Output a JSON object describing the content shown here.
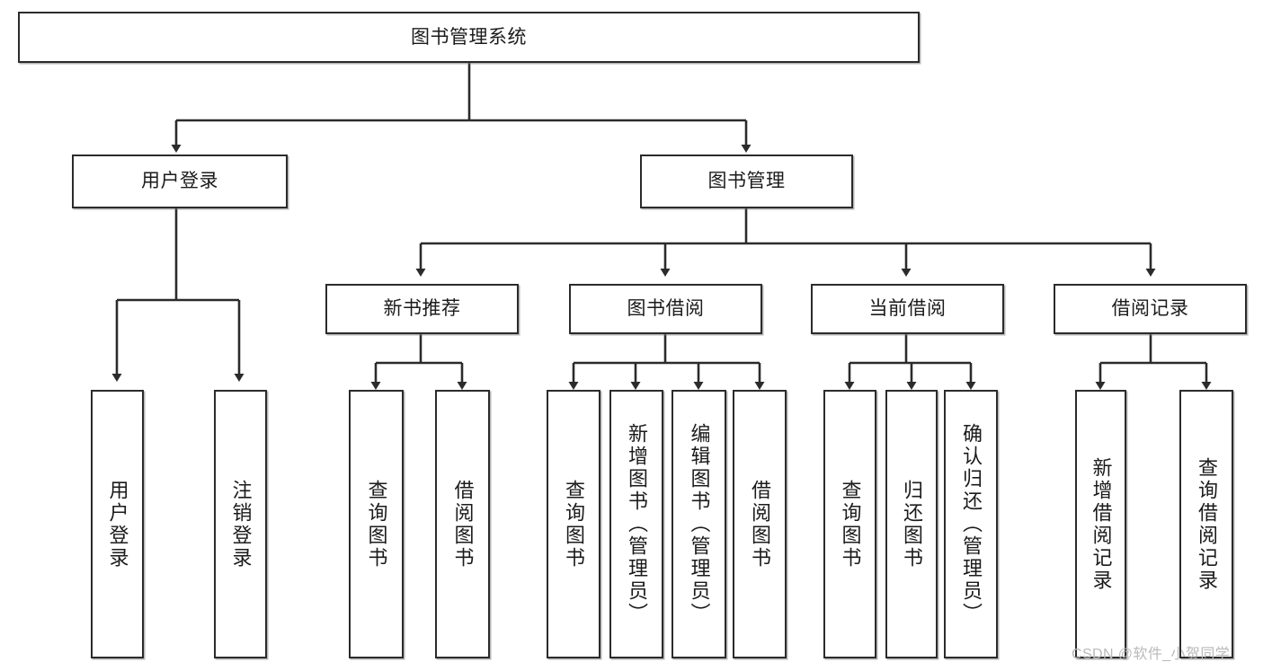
{
  "diagram": {
    "type": "tree-hierarchy",
    "title": "图书管理系统",
    "root": {
      "label": "图书管理系统"
    },
    "level2": [
      {
        "id": "user-login",
        "label": "用户登录"
      },
      {
        "id": "book-manage",
        "label": "图书管理"
      }
    ],
    "level3": [
      {
        "id": "new-book-recommend",
        "label": "新书推荐",
        "parent": "book-manage"
      },
      {
        "id": "book-borrow",
        "label": "图书借阅",
        "parent": "book-manage"
      },
      {
        "id": "current-borrow",
        "label": "当前借阅",
        "parent": "book-manage"
      },
      {
        "id": "borrow-record",
        "label": "借阅记录",
        "parent": "book-manage"
      }
    ],
    "leaves": {
      "user_login": [
        {
          "id": "leaf-user-login",
          "label": "用户登录"
        },
        {
          "id": "leaf-logout-login",
          "label": "注销登录"
        }
      ],
      "new_book_recommend": [
        {
          "id": "leaf-query-book-1",
          "label": "查询图书"
        },
        {
          "id": "leaf-borrow-book-1",
          "label": "借阅图书"
        }
      ],
      "book_borrow": [
        {
          "id": "leaf-query-book-2",
          "label": "查询图书"
        },
        {
          "id": "leaf-add-book",
          "label": "新增图书（管理员）"
        },
        {
          "id": "leaf-edit-book",
          "label": "编辑图书（管理员）"
        },
        {
          "id": "leaf-borrow-book-2",
          "label": "借阅图书"
        }
      ],
      "current_borrow": [
        {
          "id": "leaf-query-book-3",
          "label": "查询图书"
        },
        {
          "id": "leaf-return-book",
          "label": "归还图书"
        },
        {
          "id": "leaf-confirm-return",
          "label": "确认归还（管理员）"
        }
      ],
      "borrow_record": [
        {
          "id": "leaf-add-record",
          "label": "新增借阅记录"
        },
        {
          "id": "leaf-query-record",
          "label": "查询借阅记录"
        }
      ]
    }
  },
  "watermark": {
    "text": "CSDN @软件_小贺同学"
  },
  "colors": {
    "border": "#2b2b2b",
    "background": "#ffffff",
    "text": "#1b1b1b",
    "watermark": "#b9b9b9"
  }
}
